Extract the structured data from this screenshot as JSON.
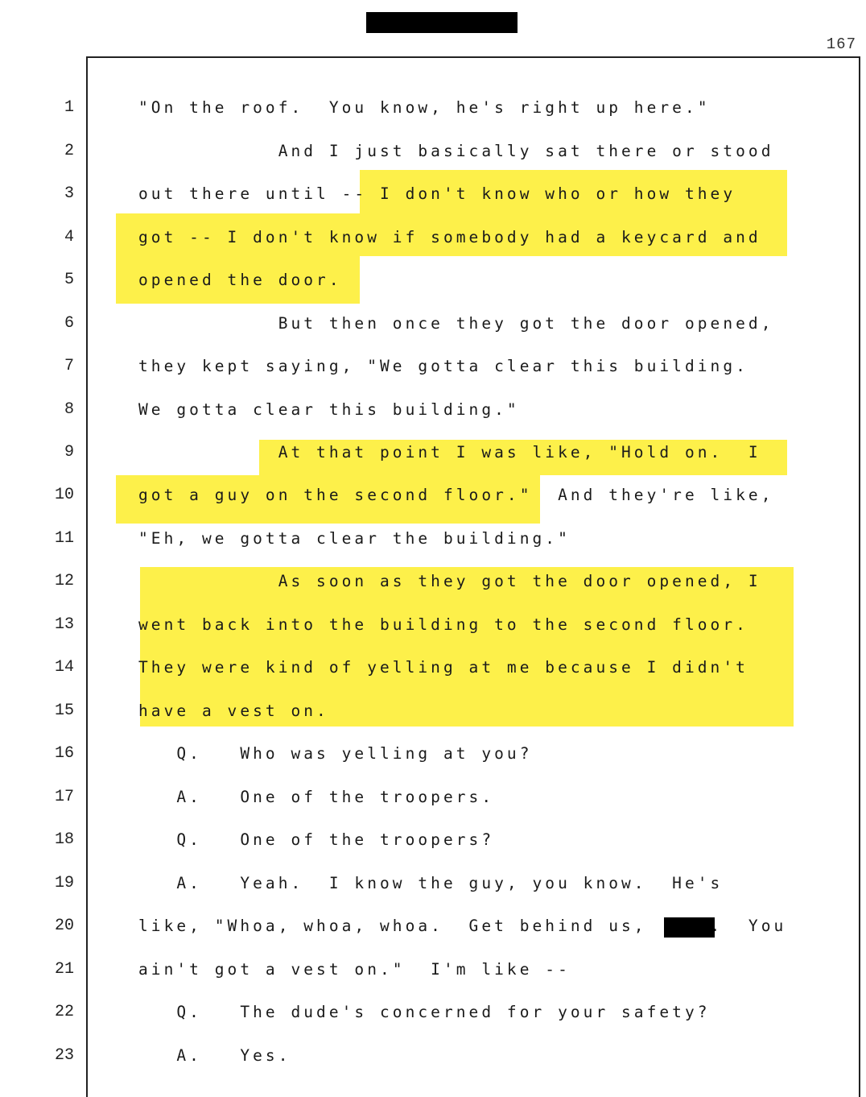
{
  "page": {
    "number": "167"
  },
  "transcript": {
    "lines": [
      {
        "num": "1",
        "text": "\"On the roof.  You know, he's right up here.\""
      },
      {
        "num": "2",
        "text": "           And I just basically sat there or stood"
      },
      {
        "num": "3",
        "text": "out there until -- I don't know who or how they"
      },
      {
        "num": "4",
        "text": "got -- I don't know if somebody had a keycard and"
      },
      {
        "num": "5",
        "text": "opened the door."
      },
      {
        "num": "6",
        "text": "           But then once they got the door opened,"
      },
      {
        "num": "7",
        "text": "they kept saying, \"We gotta clear this building."
      },
      {
        "num": "8",
        "text": "We gotta clear this building.\""
      },
      {
        "num": "9",
        "text": "           At that point I was like, \"Hold on.  I"
      },
      {
        "num": "10",
        "text": "got a guy on the second floor.\"  And they're like,"
      },
      {
        "num": "11",
        "text": "\"Eh, we gotta clear the building.\""
      },
      {
        "num": "12",
        "text": "           As soon as they got the door opened, I"
      },
      {
        "num": "13",
        "text": "went back into the building to the second floor."
      },
      {
        "num": "14",
        "text": "They were kind of yelling at me because I didn't"
      },
      {
        "num": "15",
        "text": "have a vest on."
      },
      {
        "num": "16",
        "text": "   Q.   Who was yelling at you?"
      },
      {
        "num": "17",
        "text": "   A.   One of the troopers."
      },
      {
        "num": "18",
        "text": "   Q.   One of the troopers?"
      },
      {
        "num": "19",
        "text": "   A.   Yeah.  I know the guy, you know.  He's"
      },
      {
        "num": "20",
        "text": "like, \"Whoa, whoa, whoa.  Get behind us,     .  You"
      },
      {
        "num": "21",
        "text": "ain't got a vest on.\"  I'm like --"
      },
      {
        "num": "22",
        "text": "   Q.   The dude's concerned for your safety?"
      },
      {
        "num": "23",
        "text": "   A.   Yes."
      }
    ]
  },
  "colors": {
    "highlight": "#fdf04a",
    "redaction": "#000000"
  }
}
